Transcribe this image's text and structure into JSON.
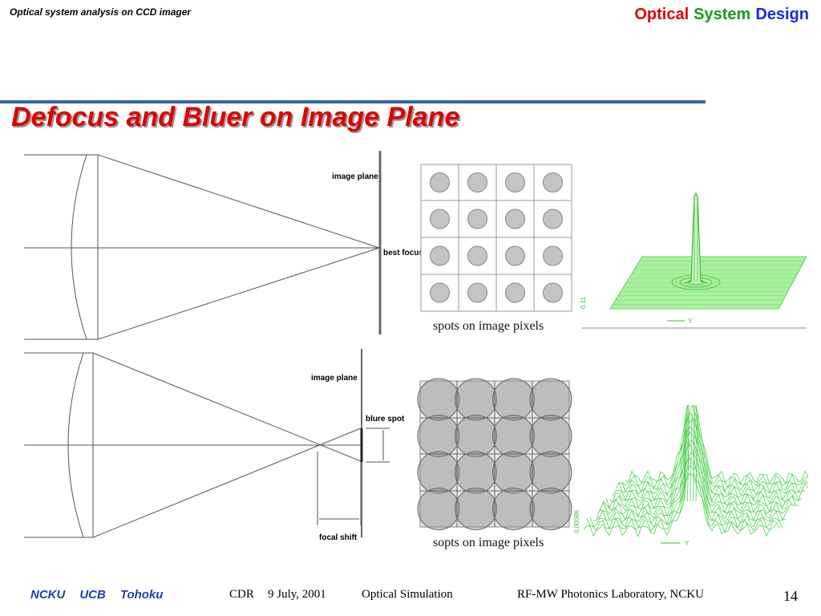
{
  "header": {
    "left_text": "Optical system analysis on CCD imager",
    "brand": {
      "word1": "Optical",
      "word2": "System",
      "word3": "Design"
    },
    "brand_colors": {
      "word1": "#e00000",
      "word2": "#169b1a",
      "word3": "#1a2bd8"
    }
  },
  "slide": {
    "title": "Defocus and Bluer  on Image Plane"
  },
  "figures": {
    "focused_diagram": {
      "image_plane_label": "image plane",
      "focus_label": "best focus"
    },
    "defocused_diagram": {
      "image_plane_label": "image plane",
      "spot_label": "blure spot",
      "shift_label": "focal shift"
    },
    "focused_grid": {
      "caption": "spots on image pixels"
    },
    "defocused_grid": {
      "caption": "sopts on image pixels"
    },
    "focused_surface": {
      "z_label": "0.11",
      "axis_label": "Y"
    },
    "defocused_surface": {
      "z_label": "0.00086",
      "axis_label": "Y"
    }
  },
  "footer": {
    "institutions": [
      "NCKU",
      "UCB",
      "Tohoku"
    ],
    "conference": "CDR",
    "date": "9 July, 2001",
    "topic": "Optical Simulation",
    "lab": "RF-MW Photonics Laboratory,   NCKU",
    "page": "14"
  }
}
